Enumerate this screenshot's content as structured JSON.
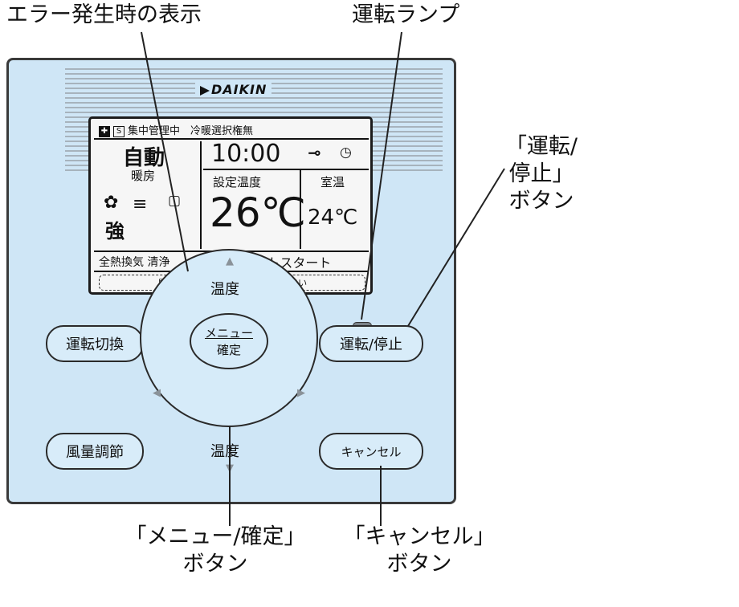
{
  "callouts": {
    "error": "エラー発生時の表示",
    "lamp": "運転ランプ",
    "onoff_line1": "「運転/",
    "onoff_line2": "停止」",
    "onoff_line3": "ボタン",
    "menu_line1": "「メニュー/確定」",
    "menu_line2": "ボタン",
    "cancel_line1": "「キャンセル」",
    "cancel_line2": "ボタン"
  },
  "brand": "DAIKIN",
  "lcd": {
    "icon_s": "S",
    "status": "集中管理中　冷暖選択権無",
    "mode": "自動",
    "mode_sub": "暖房",
    "fan": "強",
    "time": "10:00",
    "setpoint_label": "設定温度",
    "room_label": "室温",
    "setpoint": "26℃",
    "room_temp": "24℃",
    "vent": "全熱換気 清浄",
    "defrost": "除霜/ホットスタート",
    "message": "具体メニューボタンを押してください"
  },
  "buttons": {
    "mode_switch": "運転切換",
    "fan_speed": "風量調節",
    "on_off": "運転/停止",
    "cancel": "キャンセル",
    "temp_up": "温度",
    "temp_down": "温度",
    "menu_top": "メニュー",
    "menu_bottom": "確定"
  }
}
